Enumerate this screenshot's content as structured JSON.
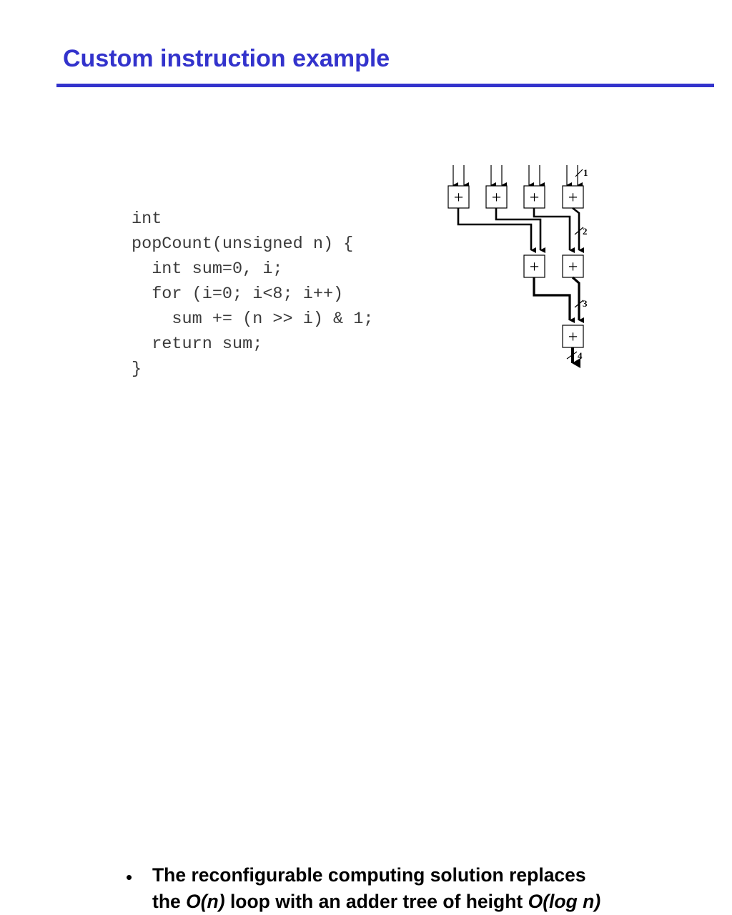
{
  "slide": {
    "title": "Custom instruction example"
  },
  "code": {
    "lines": [
      "int",
      "popCount(unsigned n) {",
      "  int sum=0, i;",
      "  for (i=0; i<8; i++)",
      "    sum += (n >> i) & 1;",
      "  return sum;",
      "}"
    ]
  },
  "diagram": {
    "adder_symbol": "+",
    "width_labels": [
      "1",
      "2",
      "3",
      "4"
    ]
  },
  "bullet": {
    "symbol": "•",
    "line1": "The reconfigurable computing solution replaces",
    "line2_pre": "the ",
    "line2_em1": "O(n)",
    "line2_mid": " loop with an adder tree of height ",
    "line2_em2": "O(log n)"
  }
}
